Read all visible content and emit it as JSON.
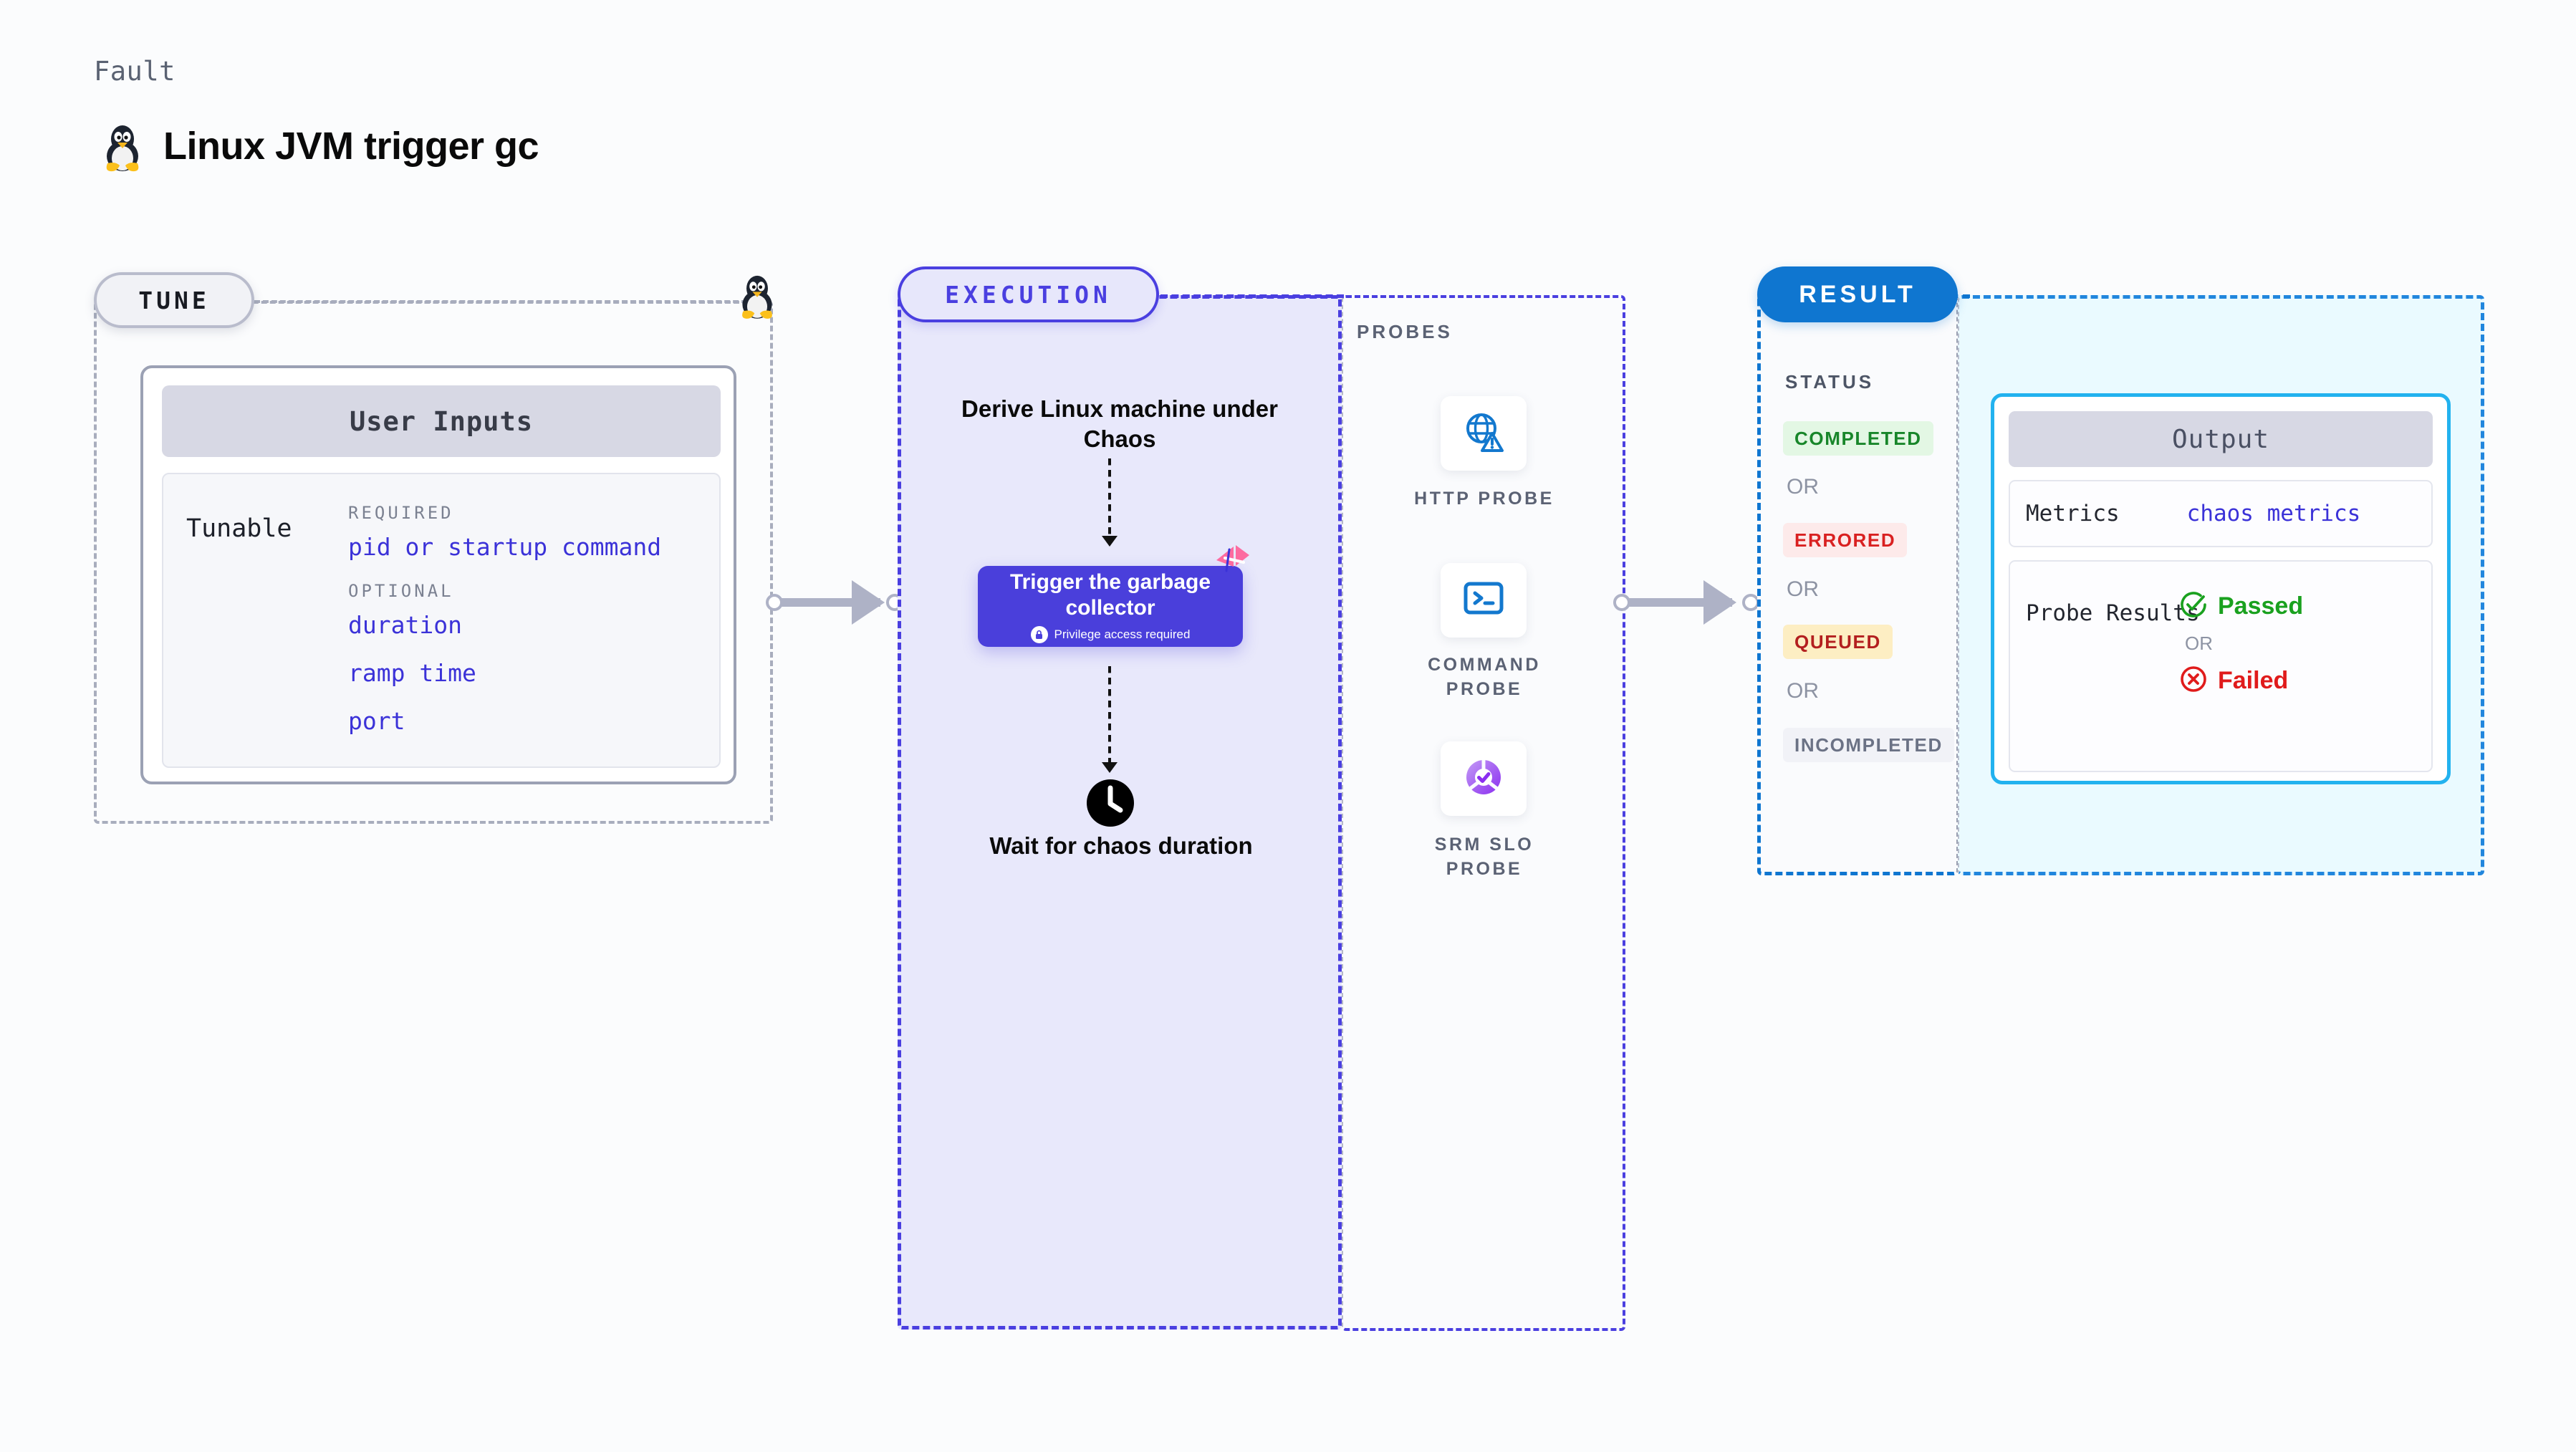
{
  "header": {
    "kicker": "Fault",
    "title": "Linux JVM trigger gc",
    "icon": "tux-penguin-icon"
  },
  "tune": {
    "badge": "TUNE",
    "card_header": "User Inputs",
    "tunable_label": "Tunable",
    "groups": [
      {
        "label": "REQUIRED",
        "fields": [
          "pid or startup command"
        ]
      },
      {
        "label": "OPTIONAL",
        "fields": [
          "duration",
          "ramp time",
          "port"
        ]
      }
    ],
    "node_icon": "tux-penguin-icon"
  },
  "execution": {
    "badge": "EXECUTION",
    "steps": {
      "derive": "Derive Linux machine under Chaos",
      "action_title": "Trigger the garbage collector",
      "action_note": "Privilege access required",
      "action_note_icon": "lock-icon",
      "ribbon_icon": "chaos-ribbon-icon",
      "wait_icon": "clock-icon",
      "wait": "Wait for chaos duration"
    },
    "colors": {
      "card": "#4a3fdb",
      "panel": "#e8e8fb",
      "accent": "#4a3fe0",
      "ribbon": "#fd6ba0"
    }
  },
  "probes": {
    "title": "PROBES",
    "items": [
      {
        "label": "HTTP PROBE",
        "icon": "globe-warning-icon"
      },
      {
        "label": "COMMAND PROBE",
        "icon": "terminal-icon"
      },
      {
        "label": "SRM SLO PROBE",
        "icon": "slo-check-icon"
      }
    ]
  },
  "result": {
    "badge": "RESULT",
    "status_title": "STATUS",
    "or_label": "OR",
    "statuses": [
      {
        "label": "COMPLETED",
        "color": "#18862a",
        "bg": "#e3f7e4"
      },
      {
        "label": "ERRORED",
        "color": "#d92121",
        "bg": "#fdeaea"
      },
      {
        "label": "QUEUED",
        "color": "#b31f1f",
        "bg": "#fdeec3"
      },
      {
        "label": "INCOMPLETED",
        "color": "#6b7285",
        "bg": "#f1f2f7"
      }
    ]
  },
  "output": {
    "header": "Output",
    "metrics_label": "Metrics",
    "metrics_value": "chaos metrics",
    "probe_results_label": "Probe Results",
    "or_label": "OR",
    "passed": {
      "label": "Passed",
      "icon": "check-circle-icon",
      "color": "#1aa11f"
    },
    "failed": {
      "label": "Failed",
      "icon": "x-circle-icon",
      "color": "#e01b1b"
    },
    "border_color": "#22b2ef"
  }
}
